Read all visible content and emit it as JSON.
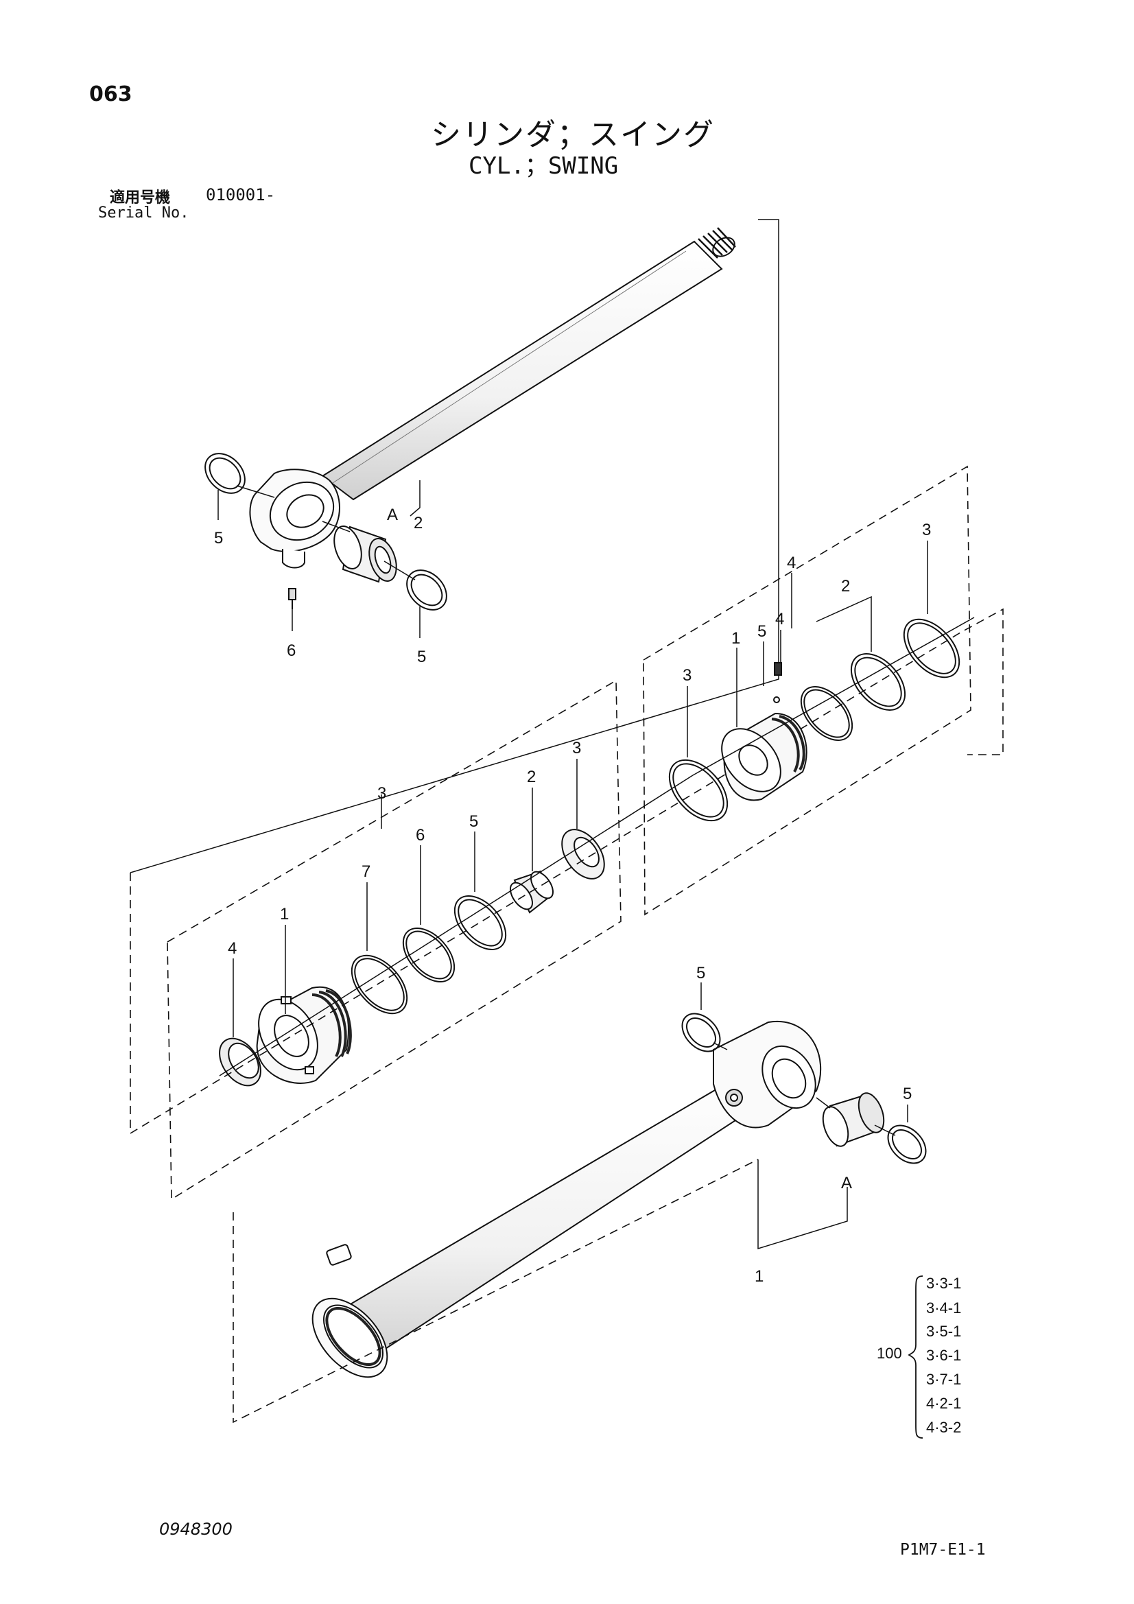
{
  "header": {
    "page_number": "063",
    "title_jp": "シリンダ；スイング",
    "title_en": "CYL.；SWING",
    "serial_label_jp": "適用号機",
    "serial_value": "010001-",
    "serial_label_en": "Serial No."
  },
  "callouts": {
    "rod_bushing": "5",
    "rod_bushing_right": "5",
    "rod_grease_fitting": "6",
    "rod_pin_ref": "A",
    "rod": "2",
    "head_group": "3",
    "head_seal_ring": "4",
    "head_body": "1",
    "head_ring7": "7",
    "head_ring6": "6",
    "head_ring5": "5",
    "head_bushing": "2",
    "head_wiper": "3",
    "piston_group": "4",
    "piston_seal3a": "3",
    "piston_body": "1",
    "piston_ball5": "5",
    "piston_screw4": "4",
    "piston_ring2": "2",
    "piston_seal3b": "3",
    "tube_seal5_top": "5",
    "tube_seal5_right": "5",
    "tube_pin_ref": "A",
    "tube": "1"
  },
  "references": {
    "assembly_number": "100",
    "items": [
      "3·3-1",
      "3·4-1",
      "3·5-1",
      "3·6-1",
      "3·7-1",
      "4·2-1",
      "4·3-2"
    ]
  },
  "footer": {
    "doc_number": "0948300",
    "sheet_code": "P1M7-E1-1"
  }
}
